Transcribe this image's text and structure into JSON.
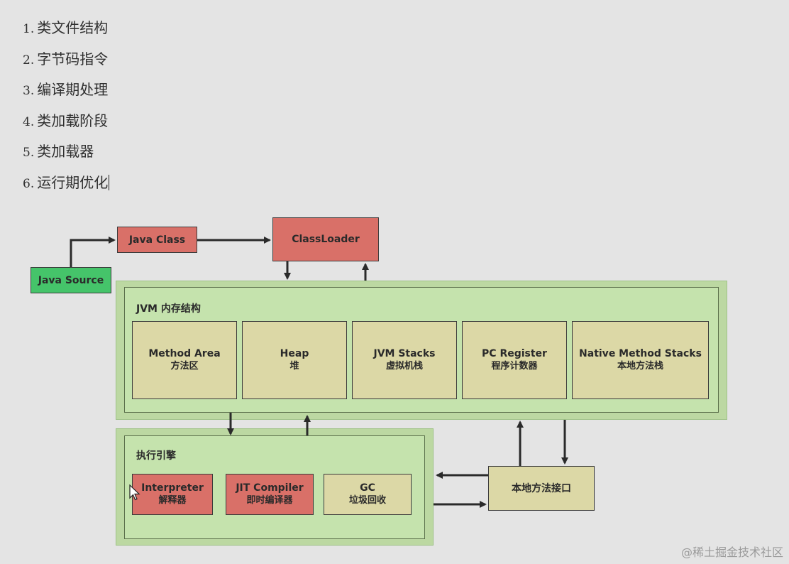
{
  "list": [
    {
      "num": "1.",
      "text": "类文件结构"
    },
    {
      "num": "2.",
      "text": "字节码指令"
    },
    {
      "num": "3.",
      "text": "编译期处理"
    },
    {
      "num": "4.",
      "text": "类加载阶段"
    },
    {
      "num": "5.",
      "text": "类加载器"
    },
    {
      "num": "6.",
      "text": "运行期优化"
    }
  ],
  "diagram": {
    "java_source": "Java Source",
    "java_class": "Java Class",
    "class_loader": "ClassLoader",
    "jvm_title": "JVM 内存结构",
    "method_area": {
      "en": "Method Area",
      "zh": "方法区"
    },
    "heap": {
      "en": "Heap",
      "zh": "堆"
    },
    "jvm_stacks": {
      "en": "JVM Stacks",
      "zh": "虚拟机栈"
    },
    "pc_register": {
      "en": "PC Register",
      "zh": "程序计数器"
    },
    "native_stacks": {
      "en": "Native Method Stacks",
      "zh": "本地方法栈"
    },
    "engine_title": "执行引擎",
    "interpreter": {
      "en": "Interpreter",
      "zh": "解释器"
    },
    "jit": {
      "en": "JIT Compiler",
      "zh": "即时编译器"
    },
    "gc": {
      "en": "GC",
      "zh": "垃圾回收"
    },
    "native_interface": "本地方法接口"
  },
  "colors": {
    "red_box": "#d97068",
    "green_box": "#45c46a",
    "tan_box": "#dcd8a6",
    "region_green": "#c5e3ad"
  },
  "watermark": "@稀土掘金技术社区"
}
